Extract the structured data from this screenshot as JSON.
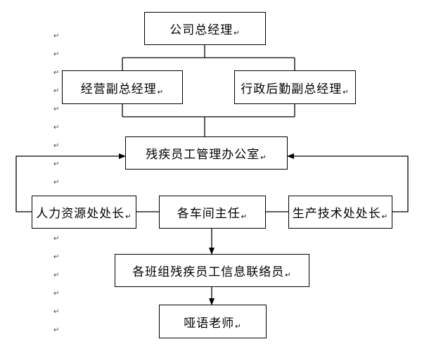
{
  "nodes": {
    "gm": "公司总经理",
    "deputy_ops": "经营副总经理",
    "deputy_admin": "行政后勤副总经理",
    "office": "残疾员工管理办公室",
    "hr": "人力资源处处长",
    "workshop": "各车间主任",
    "tech": "生产技术处处长",
    "liaison": "各班组残疾员工信息联络员",
    "teacher": "哑语老师"
  },
  "paragraph_mark": "↵",
  "colors": {
    "line": "#000000",
    "box_border": "#000000",
    "background": "#ffffff"
  }
}
